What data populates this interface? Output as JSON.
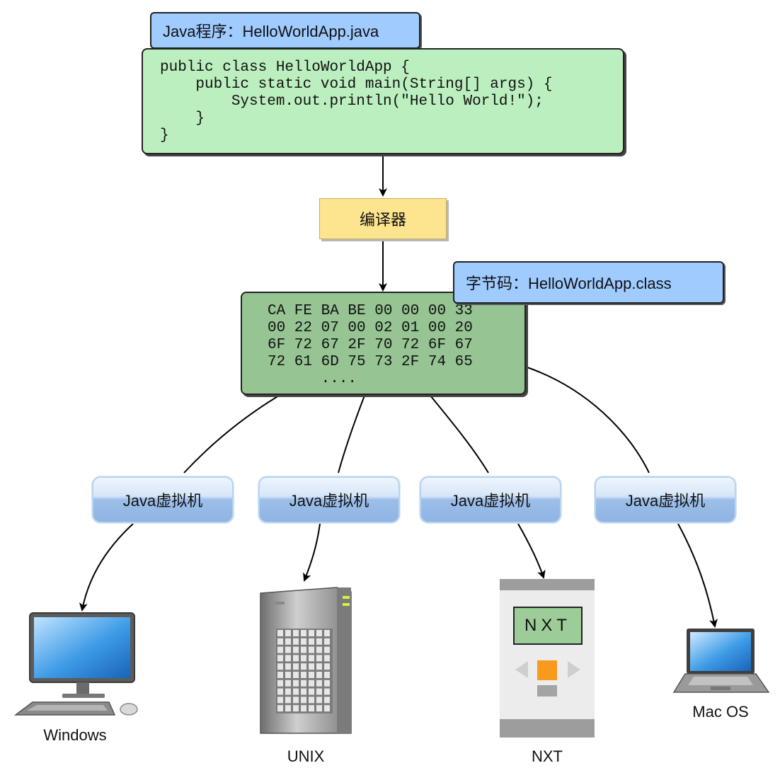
{
  "source": {
    "title": "Java程序：HelloWorldApp.java",
    "code": "public class HelloWorldApp {\n    public static void main(String[] args) {\n        System.out.println(\"Hello World!\");\n    }\n}"
  },
  "compiler": {
    "label": "编译器"
  },
  "bytecode": {
    "title": "字节码：HelloWorldApp.class",
    "hex": "CA FE BA BE 00 00 00 33\n00 22 07 00 02 01 00 20\n6F 72 67 2F 70 72 6F 67\n72 61 6D 75 73 2F 74 65\n      ...."
  },
  "jvms": [
    {
      "label": "Java虚拟机"
    },
    {
      "label": "Java虚拟机"
    },
    {
      "label": "Java虚拟机"
    },
    {
      "label": "Java虚拟机"
    }
  ],
  "platforms": [
    {
      "label": "Windows",
      "icon": "desktop-computer-icon"
    },
    {
      "label": "UNIX",
      "icon": "server-tower-icon"
    },
    {
      "label": "NXT",
      "icon": "nxt-brick-icon",
      "screen_text": "NXT"
    },
    {
      "label": "Mac OS",
      "icon": "laptop-icon"
    }
  ],
  "colors": {
    "tag_blue": "#9fcbff",
    "code_green": "#bcefbf",
    "compiler_yellow": "#fde58f",
    "bytecode_green": "#96c493",
    "jvm_blue": "#8eb4e3"
  }
}
